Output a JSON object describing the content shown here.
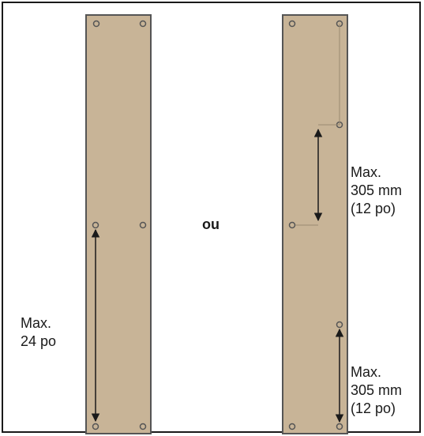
{
  "colors": {
    "plate_fill": "#c8b497",
    "plate_border": "#555555",
    "hole_fill": "#6b6b6b",
    "line": "#1a1a1a"
  },
  "icons": [
    "screw-hole-icon",
    "double-arrow-icon"
  ],
  "labels": {
    "or": "ou",
    "left_max": "Max.",
    "left_value": "24 po",
    "right_top_max": "Max.",
    "right_top_mm": "305 mm",
    "right_top_in": "(12 po)",
    "right_bottom_max": "Max.",
    "right_bottom_mm": "305 mm",
    "right_bottom_in": "(12 po)"
  }
}
